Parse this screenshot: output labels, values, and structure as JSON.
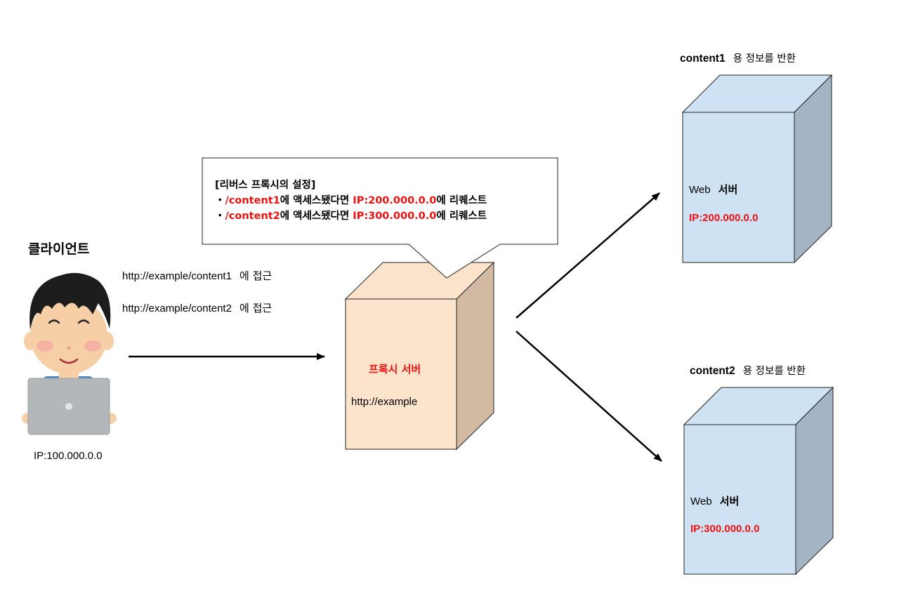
{
  "client": {
    "title": "클라이언트",
    "access_1_url": "http://example/content1",
    "access_1_suffix": "에 접근",
    "access_2_url": "http://example/content2",
    "access_2_suffix": "에 접근",
    "ip": "IP:100.000.0.0"
  },
  "proxy": {
    "name": "프록시 서버",
    "url": "http://example"
  },
  "callout": {
    "heading": "[리버스 프록시의 설정]",
    "rules": [
      {
        "bullet": "・",
        "path": "/content1",
        "middle": "에 액세스됐다면",
        "target": "IP:200.000.0.0",
        "suffix": "에 리퀘스트"
      },
      {
        "bullet": "・",
        "path": "/content2",
        "middle": "에 액세스됐다면",
        "target": "IP:300.000.0.0",
        "suffix": "에 리퀘스트"
      }
    ]
  },
  "servers": [
    {
      "caption_bold": "content1",
      "caption_rest": "용 정보를 반환",
      "web": "Web",
      "server": "서버",
      "ip": "IP:200.000.0.0"
    },
    {
      "caption_bold": "content2",
      "caption_rest": "용 정보를 반환",
      "web": "Web",
      "server": "서버",
      "ip": "IP:300.000.0.0"
    }
  ],
  "colors": {
    "proxy_front": "#fce4cc",
    "proxy_side": "#d2b9a2",
    "server_front": "#cfe2f3",
    "server_side": "#a5b4c4",
    "highlight_red": "#ee1111"
  }
}
